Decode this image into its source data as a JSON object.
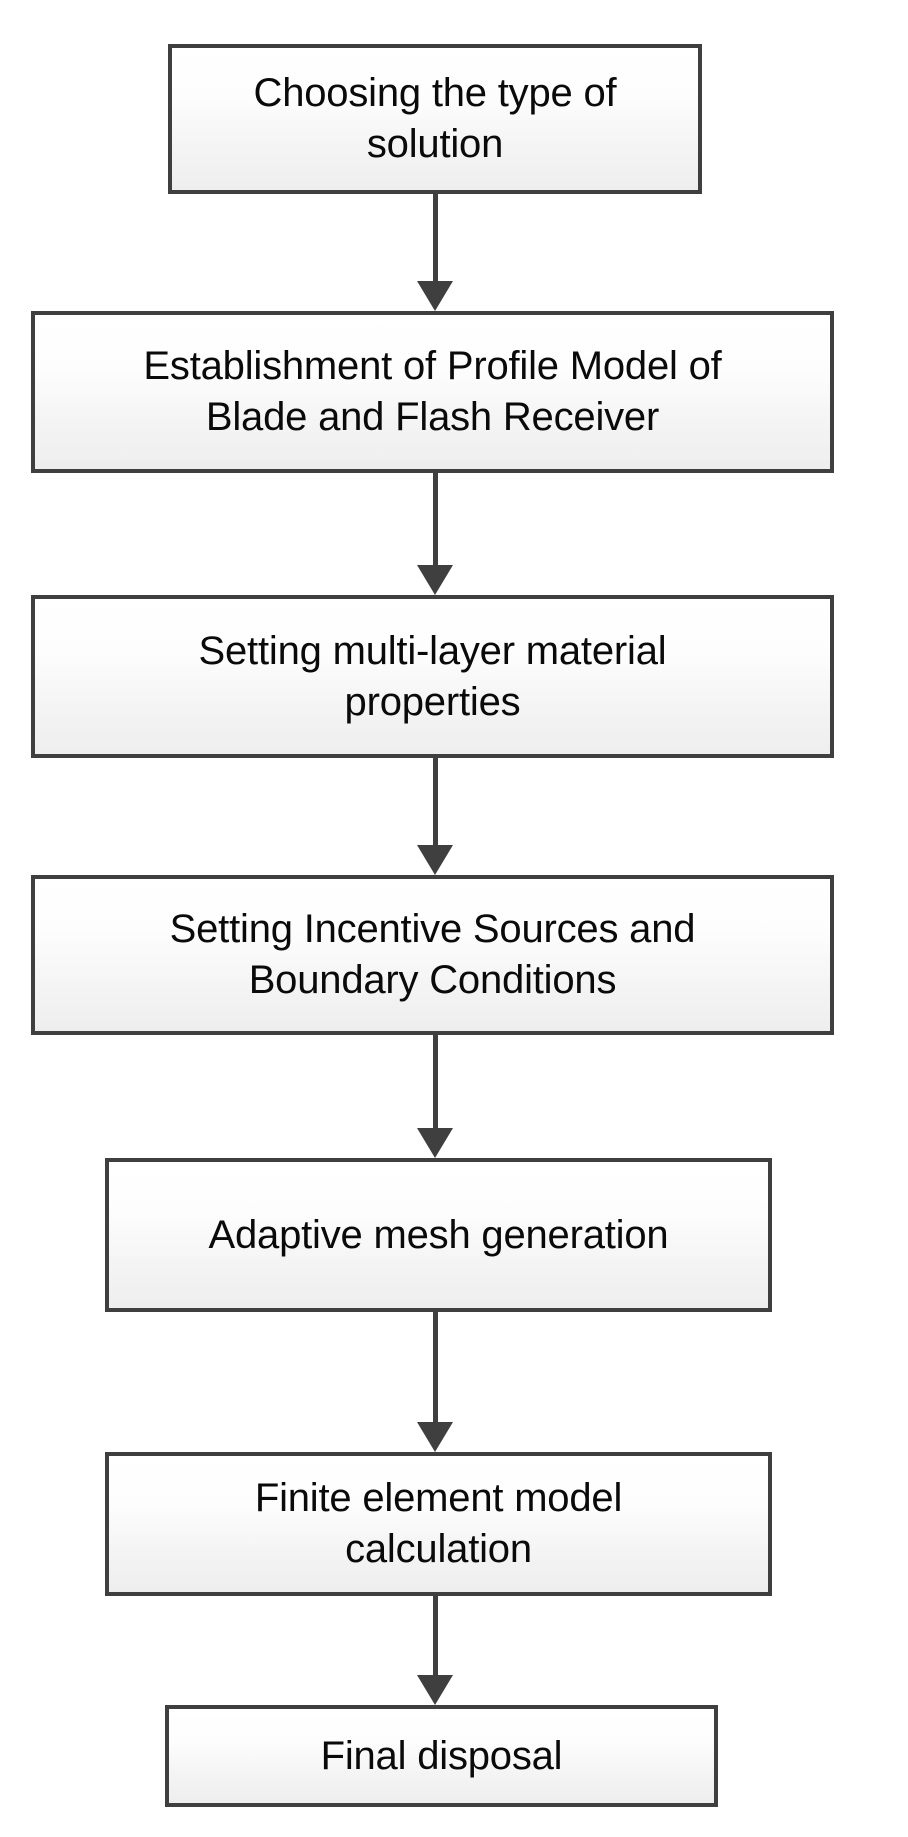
{
  "diagram": {
    "title": "Finite element simulation workflow flowchart",
    "type": "flowchart",
    "orientation": "top-to-bottom",
    "colors": {
      "border": "#3f3f3f",
      "fill_top": "#ffffff",
      "fill_bottom": "#eeeeee",
      "text": "#0a0a0a",
      "connector": "#3f3f3f",
      "background": "#ffffff"
    },
    "nodes": [
      {
        "id": "node-1",
        "label": "Choosing the type of\nsolution"
      },
      {
        "id": "node-2",
        "label": "Establishment of Profile Model of\nBlade and Flash Receiver"
      },
      {
        "id": "node-3",
        "label": "Setting multi-layer material\nproperties"
      },
      {
        "id": "node-4",
        "label": "Setting Incentive Sources and\nBoundary Conditions"
      },
      {
        "id": "node-5",
        "label": "Adaptive mesh generation"
      },
      {
        "id": "node-6",
        "label": "Finite element model\ncalculation"
      },
      {
        "id": "node-7",
        "label": "Final disposal"
      }
    ],
    "connectors": [
      {
        "id": "connector-1",
        "from": "node-1",
        "to": "node-2",
        "style": "arrow-down"
      },
      {
        "id": "connector-2",
        "from": "node-2",
        "to": "node-3",
        "style": "arrow-down"
      },
      {
        "id": "connector-3",
        "from": "node-3",
        "to": "node-4",
        "style": "arrow-down"
      },
      {
        "id": "connector-4",
        "from": "node-4",
        "to": "node-5",
        "style": "arrow-down"
      },
      {
        "id": "connector-5",
        "from": "node-5",
        "to": "node-6",
        "style": "arrow-down"
      },
      {
        "id": "connector-6",
        "from": "node-6",
        "to": "node-7",
        "style": "arrow-down"
      }
    ]
  }
}
